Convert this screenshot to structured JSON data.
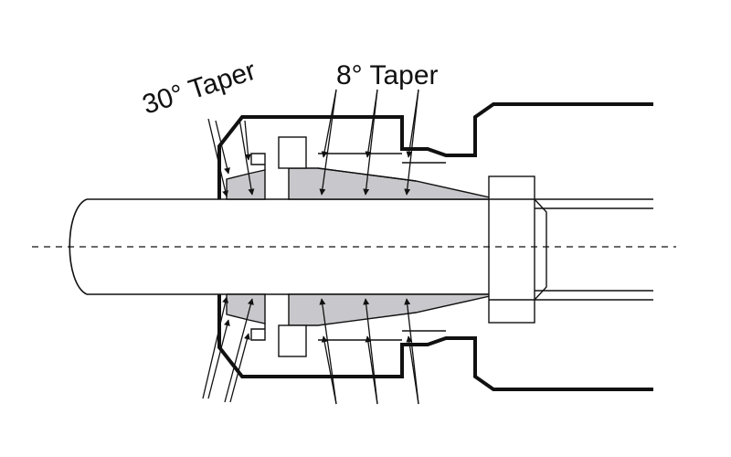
{
  "labels": {
    "taper_30": "30° Taper",
    "taper_8": "8° Taper"
  },
  "colors": {
    "ink": "#111111",
    "ferrule_fill": "#c8c8cc",
    "background": "#ffffff"
  },
  "icons": {
    "arrow": "arrowhead"
  }
}
